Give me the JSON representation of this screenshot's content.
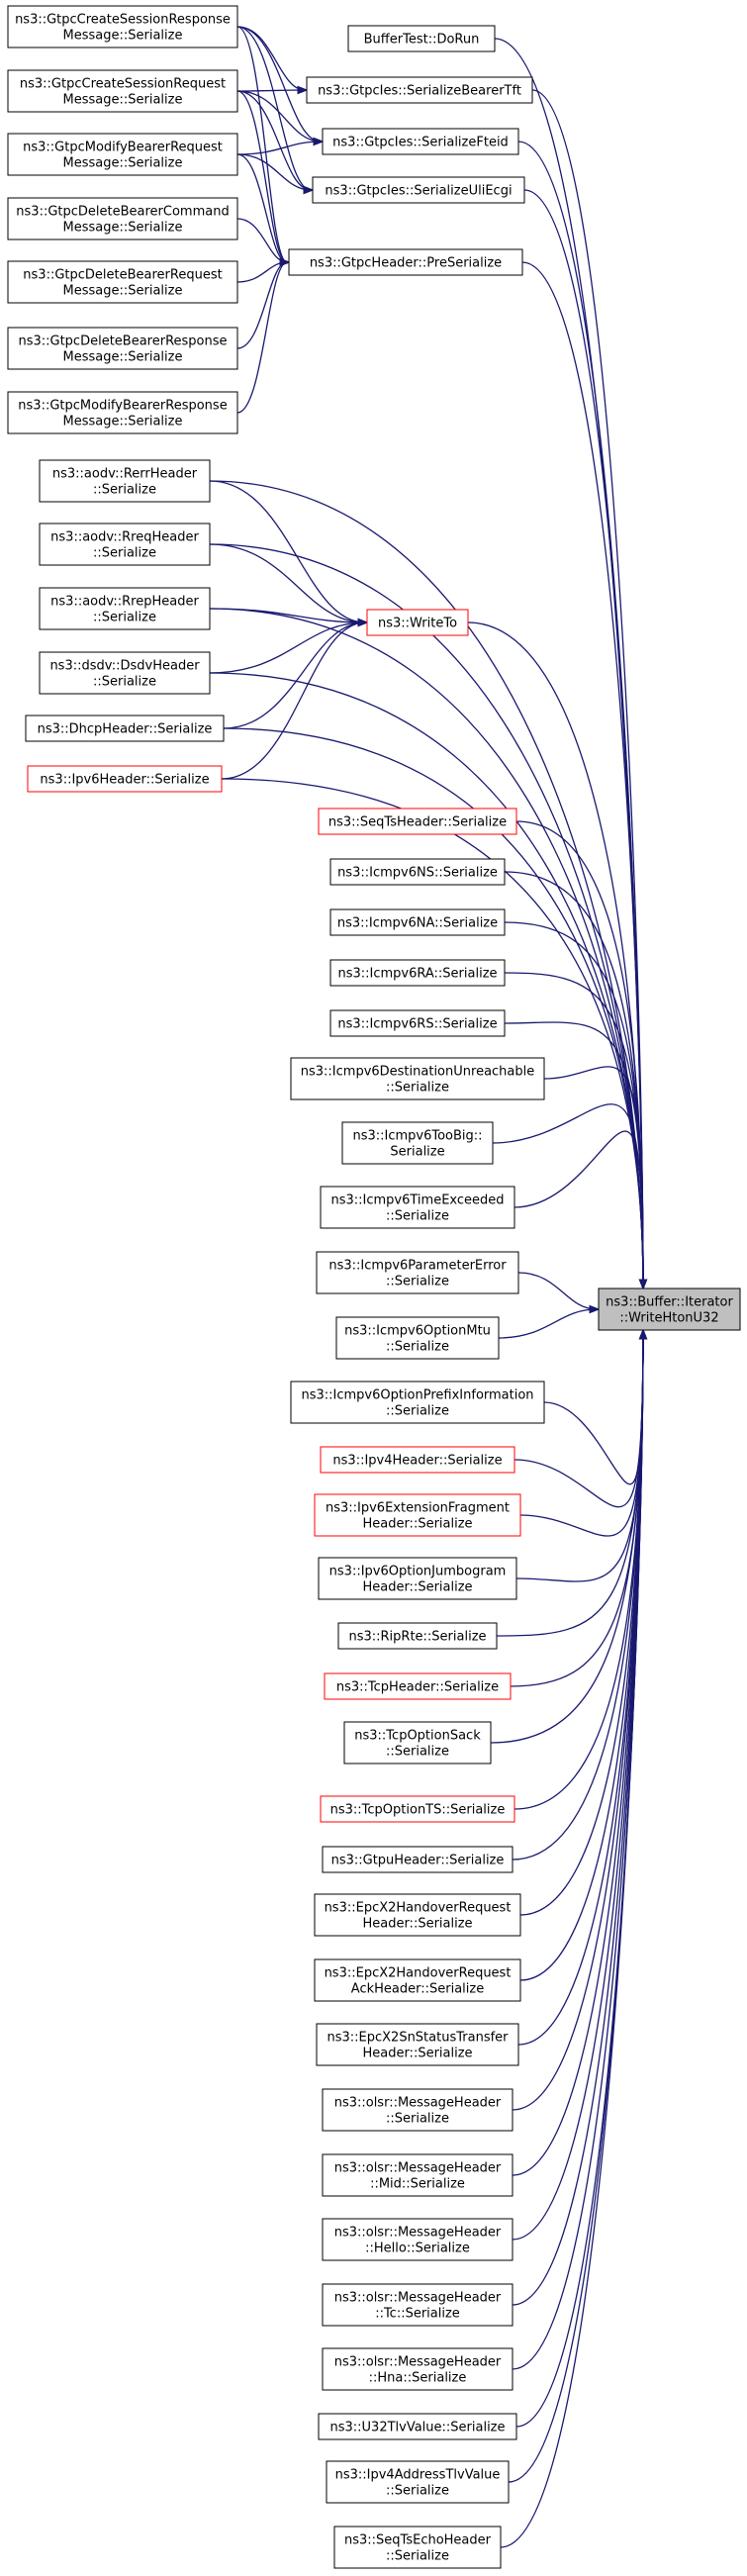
{
  "target": {
    "id": "target",
    "lines": [
      "ns3::Buffer::Iterator",
      "::WriteHtonU32"
    ],
    "style": "target"
  },
  "nodes": [
    {
      "id": "gtpc_csr_resp",
      "lines": [
        "ns3::GtpcCreateSessionResponse",
        "Message::Serialize"
      ],
      "style": "normal"
    },
    {
      "id": "gtpc_csr_req",
      "lines": [
        "ns3::GtpcCreateSessionRequest",
        "Message::Serialize"
      ],
      "style": "normal"
    },
    {
      "id": "gtpc_mbr_req",
      "lines": [
        "ns3::GtpcModifyBearerRequest",
        "Message::Serialize"
      ],
      "style": "normal"
    },
    {
      "id": "gtpc_dbc",
      "lines": [
        "ns3::GtpcDeleteBearerCommand",
        "Message::Serialize"
      ],
      "style": "normal"
    },
    {
      "id": "gtpc_dbreq",
      "lines": [
        "ns3::GtpcDeleteBearerRequest",
        "Message::Serialize"
      ],
      "style": "normal"
    },
    {
      "id": "gtpc_dbresp",
      "lines": [
        "ns3::GtpcDeleteBearerResponse",
        "Message::Serialize"
      ],
      "style": "normal"
    },
    {
      "id": "gtpc_mbresp",
      "lines": [
        "ns3::GtpcModifyBearerResponse",
        "Message::Serialize"
      ],
      "style": "normal"
    },
    {
      "id": "buffertest",
      "lines": [
        "BufferTest::DoRun"
      ],
      "style": "normal"
    },
    {
      "id": "ies_tft",
      "lines": [
        "ns3::GtpcIes::SerializeBearerTft"
      ],
      "style": "normal"
    },
    {
      "id": "ies_fteid",
      "lines": [
        "ns3::GtpcIes::SerializeFteid"
      ],
      "style": "normal"
    },
    {
      "id": "ies_uli",
      "lines": [
        "ns3::GtpcIes::SerializeUliEcgi"
      ],
      "style": "normal"
    },
    {
      "id": "preserialize",
      "lines": [
        "ns3::GtpcHeader::PreSerialize"
      ],
      "style": "normal"
    },
    {
      "id": "aodv_rerr",
      "lines": [
        "ns3::aodv::RerrHeader",
        "::Serialize"
      ],
      "style": "normal"
    },
    {
      "id": "aodv_rreq",
      "lines": [
        "ns3::aodv::RreqHeader",
        "::Serialize"
      ],
      "style": "normal"
    },
    {
      "id": "aodv_rrep",
      "lines": [
        "ns3::aodv::RrepHeader",
        "::Serialize"
      ],
      "style": "normal"
    },
    {
      "id": "dsdv",
      "lines": [
        "ns3::dsdv::DsdvHeader",
        "::Serialize"
      ],
      "style": "normal"
    },
    {
      "id": "dhcp",
      "lines": [
        "ns3::DhcpHeader::Serialize"
      ],
      "style": "normal"
    },
    {
      "id": "ipv6h",
      "lines": [
        "ns3::Ipv6Header::Serialize"
      ],
      "style": "red"
    },
    {
      "id": "writeto",
      "lines": [
        "ns3::WriteTo"
      ],
      "style": "red"
    },
    {
      "id": "seqts",
      "lines": [
        "ns3::SeqTsHeader::Serialize"
      ],
      "style": "red"
    },
    {
      "id": "icmp_ns",
      "lines": [
        "ns3::Icmpv6NS::Serialize"
      ],
      "style": "normal"
    },
    {
      "id": "icmp_na",
      "lines": [
        "ns3::Icmpv6NA::Serialize"
      ],
      "style": "normal"
    },
    {
      "id": "icmp_ra",
      "lines": [
        "ns3::Icmpv6RA::Serialize"
      ],
      "style": "normal"
    },
    {
      "id": "icmp_rs",
      "lines": [
        "ns3::Icmpv6RS::Serialize"
      ],
      "style": "normal"
    },
    {
      "id": "icmp_du",
      "lines": [
        "ns3::Icmpv6DestinationUnreachable",
        "::Serialize"
      ],
      "style": "normal"
    },
    {
      "id": "icmp_tb",
      "lines": [
        "ns3::Icmpv6TooBig::",
        "Serialize"
      ],
      "style": "normal"
    },
    {
      "id": "icmp_te",
      "lines": [
        "ns3::Icmpv6TimeExceeded",
        "::Serialize"
      ],
      "style": "normal"
    },
    {
      "id": "icmp_pe",
      "lines": [
        "ns3::Icmpv6ParameterError",
        "::Serialize"
      ],
      "style": "normal"
    },
    {
      "id": "icmp_mtu",
      "lines": [
        "ns3::Icmpv6OptionMtu",
        "::Serialize"
      ],
      "style": "normal"
    },
    {
      "id": "icmp_pi",
      "lines": [
        "ns3::Icmpv6OptionPrefixInformation",
        "::Serialize"
      ],
      "style": "normal"
    },
    {
      "id": "ipv4h",
      "lines": [
        "ns3::Ipv4Header::Serialize"
      ],
      "style": "red"
    },
    {
      "id": "ipv6frag",
      "lines": [
        "ns3::Ipv6ExtensionFragment",
        "Header::Serialize"
      ],
      "style": "red"
    },
    {
      "id": "ipv6jumbo",
      "lines": [
        "ns3::Ipv6OptionJumbogram",
        "Header::Serialize"
      ],
      "style": "normal"
    },
    {
      "id": "riprte",
      "lines": [
        "ns3::RipRte::Serialize"
      ],
      "style": "normal"
    },
    {
      "id": "tcph",
      "lines": [
        "ns3::TcpHeader::Serialize"
      ],
      "style": "red"
    },
    {
      "id": "tcpsack",
      "lines": [
        "ns3::TcpOptionSack",
        "::Serialize"
      ],
      "style": "normal"
    },
    {
      "id": "tcpts",
      "lines": [
        "ns3::TcpOptionTS::Serialize"
      ],
      "style": "red"
    },
    {
      "id": "gtpu",
      "lines": [
        "ns3::GtpuHeader::Serialize"
      ],
      "style": "normal"
    },
    {
      "id": "x2ho",
      "lines": [
        "ns3::EpcX2HandoverRequest",
        "Header::Serialize"
      ],
      "style": "normal"
    },
    {
      "id": "x2hoack",
      "lines": [
        "ns3::EpcX2HandoverRequest",
        "AckHeader::Serialize"
      ],
      "style": "normal"
    },
    {
      "id": "x2sn",
      "lines": [
        "ns3::EpcX2SnStatusTransfer",
        "Header::Serialize"
      ],
      "style": "normal"
    },
    {
      "id": "olsr_msg",
      "lines": [
        "ns3::olsr::MessageHeader",
        "::Serialize"
      ],
      "style": "normal"
    },
    {
      "id": "olsr_mid",
      "lines": [
        "ns3::olsr::MessageHeader",
        "::Mid::Serialize"
      ],
      "style": "normal"
    },
    {
      "id": "olsr_hello",
      "lines": [
        "ns3::olsr::MessageHeader",
        "::Hello::Serialize"
      ],
      "style": "normal"
    },
    {
      "id": "olsr_tc",
      "lines": [
        "ns3::olsr::MessageHeader",
        "::Tc::Serialize"
      ],
      "style": "normal"
    },
    {
      "id": "olsr_hna",
      "lines": [
        "ns3::olsr::MessageHeader",
        "::Hna::Serialize"
      ],
      "style": "normal"
    },
    {
      "id": "u32tlv",
      "lines": [
        "ns3::U32TlvValue::Serialize"
      ],
      "style": "normal"
    },
    {
      "id": "ipv4tlv",
      "lines": [
        "ns3::Ipv4AddressTlvValue",
        "::Serialize"
      ],
      "style": "normal"
    },
    {
      "id": "seqtsecho",
      "lines": [
        "ns3::SeqTsEchoHeader",
        "::Serialize"
      ],
      "style": "normal"
    }
  ],
  "edges": [
    [
      "gtpc_csr_resp",
      "ies_tft"
    ],
    [
      "gtpc_csr_resp",
      "ies_fteid"
    ],
    [
      "gtpc_csr_resp",
      "ies_uli"
    ],
    [
      "gtpc_csr_resp",
      "preserialize"
    ],
    [
      "gtpc_csr_req",
      "ies_tft"
    ],
    [
      "gtpc_csr_req",
      "ies_fteid"
    ],
    [
      "gtpc_csr_req",
      "ies_uli"
    ],
    [
      "gtpc_csr_req",
      "preserialize"
    ],
    [
      "gtpc_mbr_req",
      "ies_fteid"
    ],
    [
      "gtpc_mbr_req",
      "ies_uli"
    ],
    [
      "gtpc_mbr_req",
      "preserialize"
    ],
    [
      "gtpc_dbc",
      "preserialize"
    ],
    [
      "gtpc_dbreq",
      "preserialize"
    ],
    [
      "gtpc_dbresp",
      "preserialize"
    ],
    [
      "gtpc_mbresp",
      "preserialize"
    ],
    [
      "aodv_rerr",
      "writeto"
    ],
    [
      "aodv_rreq",
      "writeto"
    ],
    [
      "aodv_rrep",
      "writeto"
    ],
    [
      "dsdv",
      "writeto"
    ],
    [
      "dhcp",
      "writeto"
    ],
    [
      "ipv6h",
      "writeto"
    ],
    [
      "buffertest",
      "target"
    ],
    [
      "ies_tft",
      "target"
    ],
    [
      "ies_fteid",
      "target"
    ],
    [
      "ies_uli",
      "target"
    ],
    [
      "preserialize",
      "target"
    ],
    [
      "aodv_rerr",
      "target"
    ],
    [
      "aodv_rreq",
      "target"
    ],
    [
      "aodv_rrep",
      "target"
    ],
    [
      "writeto",
      "target"
    ],
    [
      "dsdv",
      "target"
    ],
    [
      "dhcp",
      "target"
    ],
    [
      "ipv6h",
      "target"
    ],
    [
      "seqts",
      "target"
    ],
    [
      "icmp_ns",
      "target"
    ],
    [
      "icmp_na",
      "target"
    ],
    [
      "icmp_ra",
      "target"
    ],
    [
      "icmp_rs",
      "target"
    ],
    [
      "icmp_du",
      "target"
    ],
    [
      "icmp_tb",
      "target"
    ],
    [
      "icmp_te",
      "target"
    ],
    [
      "icmp_pe",
      "target"
    ],
    [
      "icmp_mtu",
      "target"
    ],
    [
      "icmp_pi",
      "target"
    ],
    [
      "ipv4h",
      "target"
    ],
    [
      "ipv6frag",
      "target"
    ],
    [
      "ipv6jumbo",
      "target"
    ],
    [
      "riprte",
      "target"
    ],
    [
      "tcph",
      "target"
    ],
    [
      "tcpsack",
      "target"
    ],
    [
      "tcpts",
      "target"
    ],
    [
      "gtpu",
      "target"
    ],
    [
      "x2ho",
      "target"
    ],
    [
      "x2hoack",
      "target"
    ],
    [
      "x2sn",
      "target"
    ],
    [
      "olsr_msg",
      "target"
    ],
    [
      "olsr_mid",
      "target"
    ],
    [
      "olsr_hello",
      "target"
    ],
    [
      "olsr_tc",
      "target"
    ],
    [
      "olsr_hna",
      "target"
    ],
    [
      "u32tlv",
      "target"
    ],
    [
      "ipv4tlv",
      "target"
    ],
    [
      "seqtsecho",
      "target"
    ]
  ]
}
